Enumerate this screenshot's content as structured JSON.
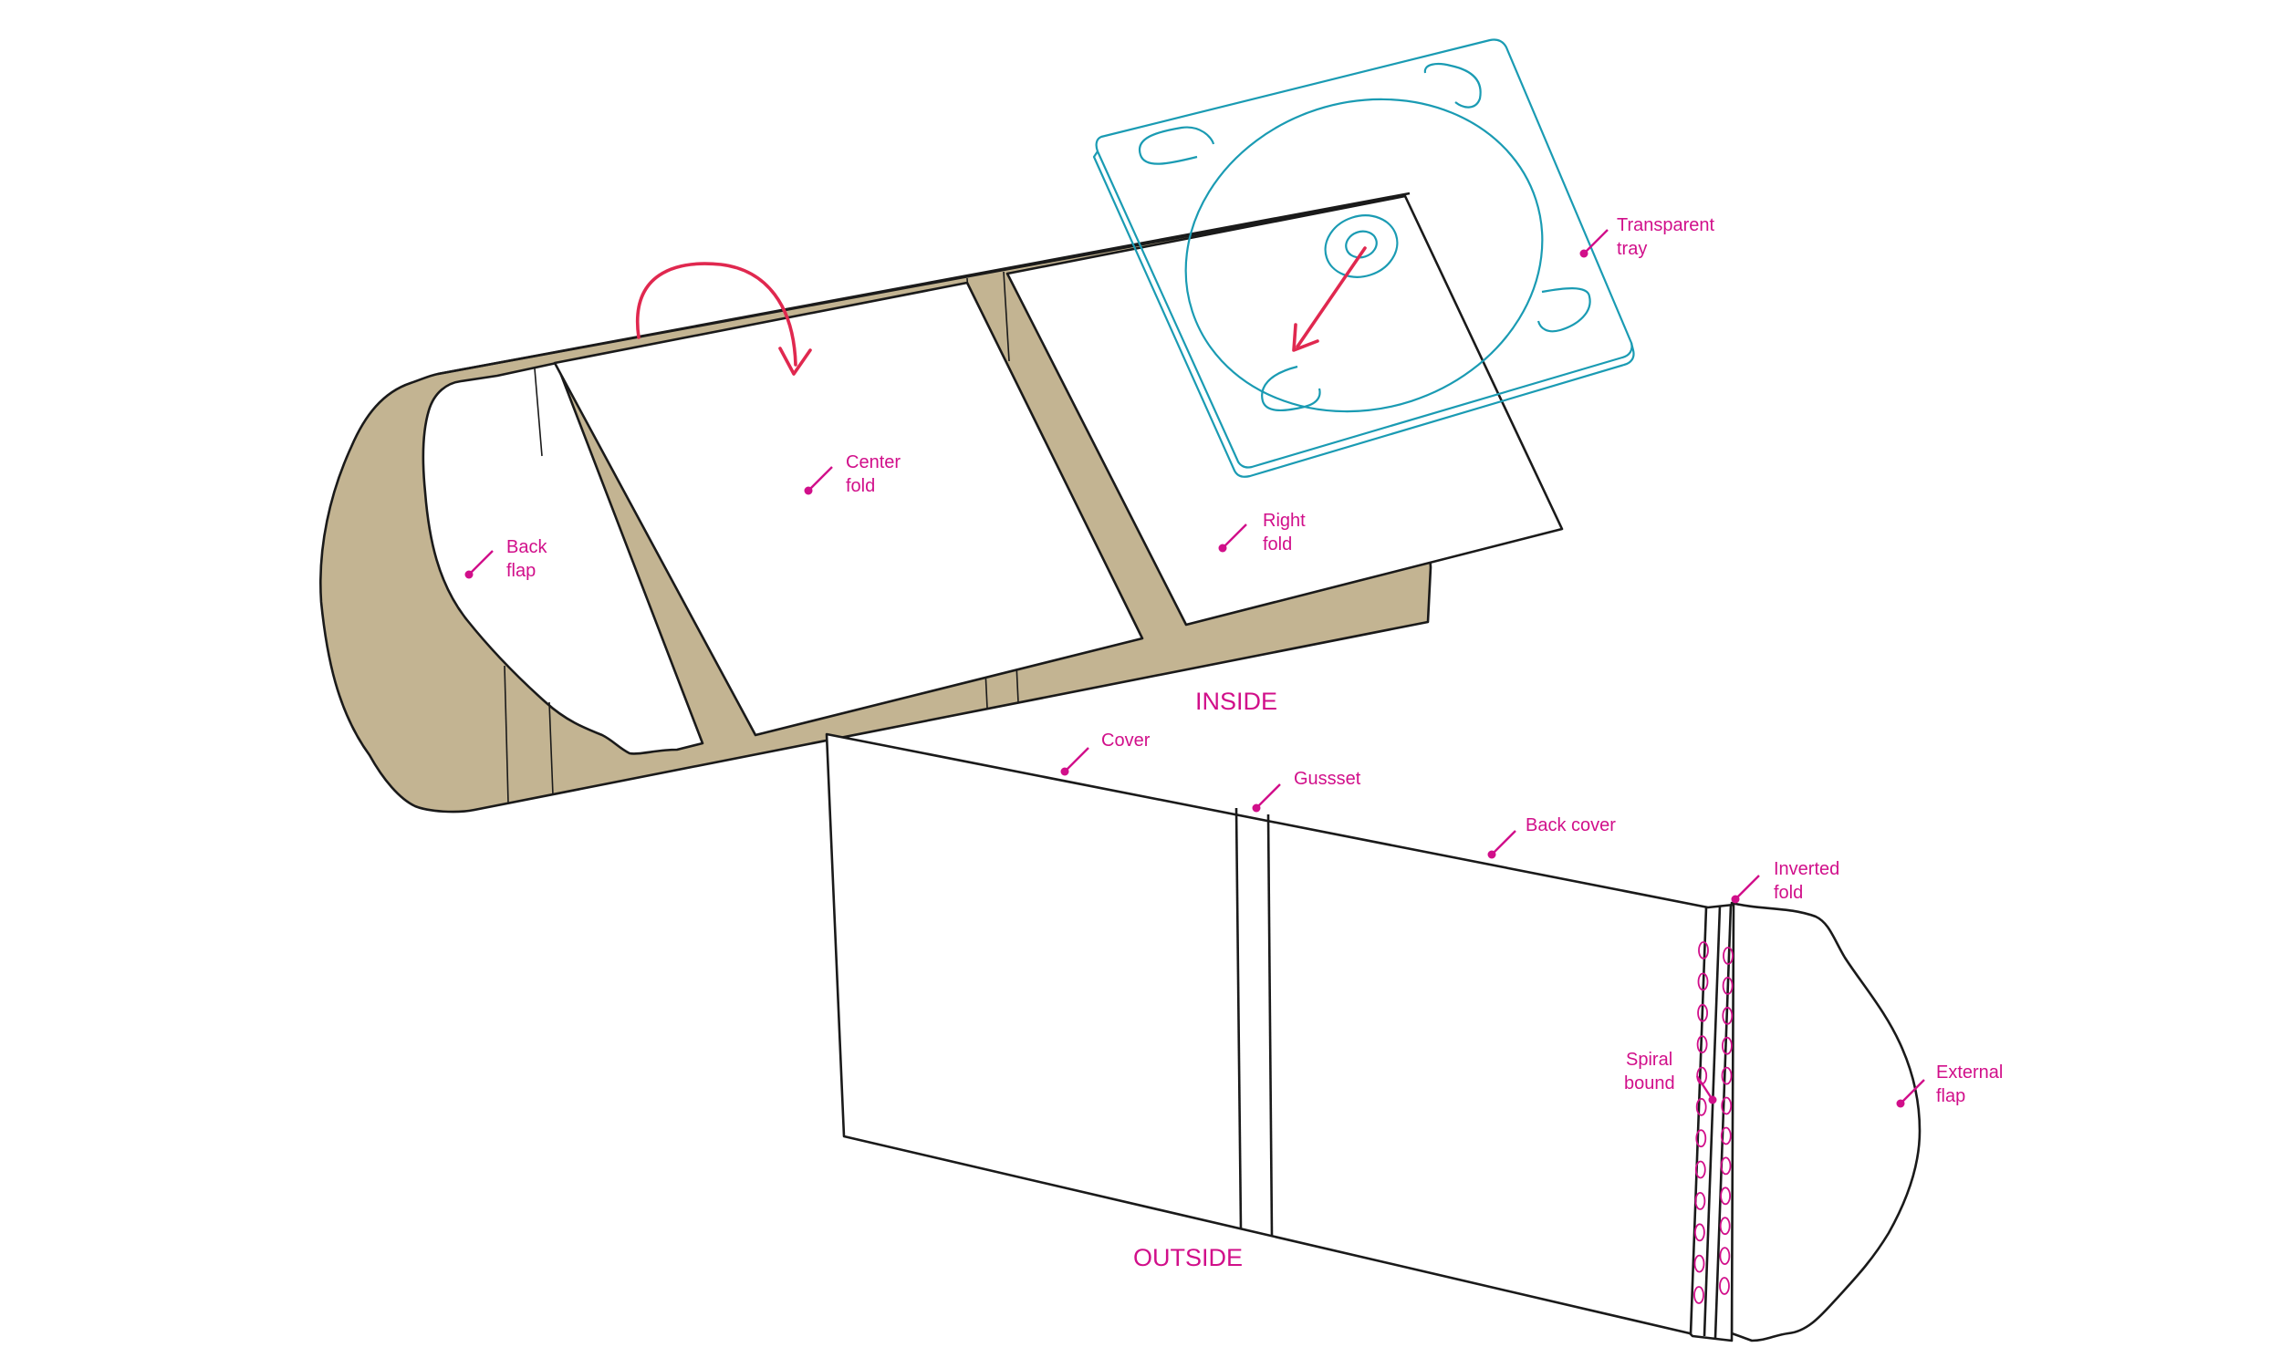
{
  "colors": {
    "label": "#d10f8a",
    "arrow": "#e0284f",
    "tray": "#1a9bb3",
    "kraft": "#c3b492",
    "outline": "#1a1a1a"
  },
  "views": {
    "inside": "INSIDE",
    "outside": "OUTSIDE"
  },
  "labels": {
    "transparent_tray": [
      "Transparent",
      "tray"
    ],
    "center_fold": [
      "Center",
      "fold"
    ],
    "right_fold": [
      "Right",
      "fold"
    ],
    "back_flap": [
      "Back",
      "flap"
    ],
    "cover": [
      "Cover"
    ],
    "gusset": [
      "Gussset"
    ],
    "back_cover": [
      "Back cover"
    ],
    "inverted_fold": [
      "Inverted",
      "fold"
    ],
    "spiral_bound": [
      "Spiral",
      "bound"
    ],
    "external_flap": [
      "External",
      "flap"
    ]
  },
  "spiral_holes_per_column": 12
}
